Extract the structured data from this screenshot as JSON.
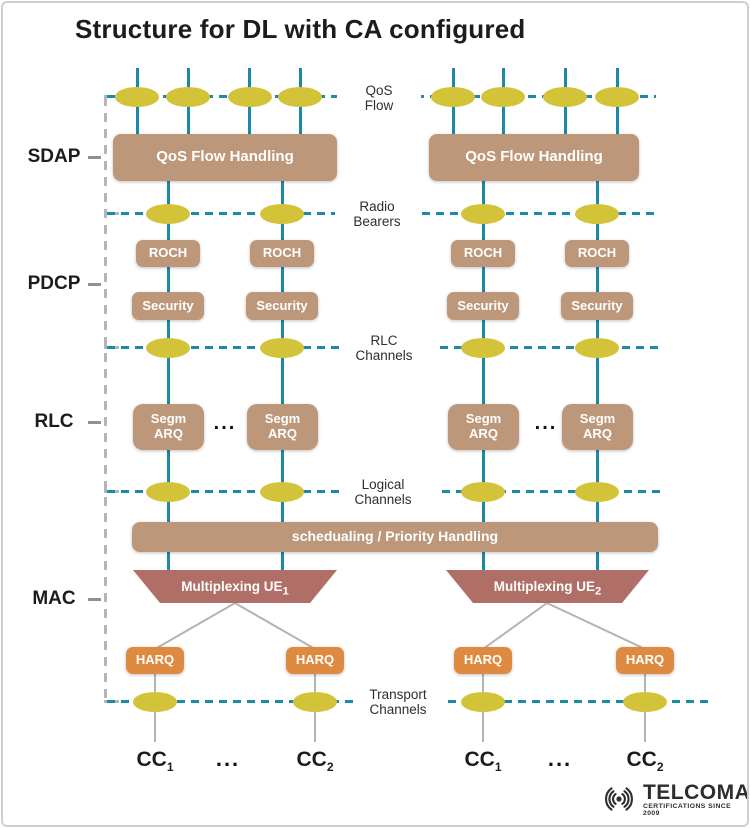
{
  "title": "Structure for DL with CA configured",
  "layers": {
    "sdap": "SDAP",
    "pdcp": "PDCP",
    "rlc": "RLC",
    "mac": "MAC"
  },
  "channels": {
    "qos": {
      "line1": "QoS",
      "line2": "Flow"
    },
    "radio": {
      "line1": "Radio",
      "line2": "Bearers"
    },
    "rlc": {
      "line1": "RLC",
      "line2": "Channels"
    },
    "logical": {
      "line1": "Logical",
      "line2": "Channels"
    },
    "transport": {
      "line1": "Transport",
      "line2": "Channels"
    }
  },
  "blocks": {
    "qos_flow_handling": "QoS Flow Handling",
    "roch": "ROCH",
    "security": "Security",
    "segm": "Segm",
    "arq": "ARQ",
    "scheduling": "schedualing / Priority Handling",
    "multiplexing": "Multiplexing UE",
    "ue1_sub": "1",
    "ue2_sub": "2",
    "harq": "HARQ"
  },
  "carriers": {
    "cc": "CC",
    "cc1_sub": "1",
    "cc2_sub": "2",
    "dots": "..."
  },
  "logo": {
    "brand": "TELCOMA",
    "tagline": "CERTIFICATIONS SINCE 2009"
  },
  "colors": {
    "teal_line": "#1b89a7",
    "yellow_ellipse": "#d2c339",
    "tan_box": "#bd9779",
    "maroon_trapezoid": "#b06f66",
    "orange_harq": "#de8a40",
    "gray_line": "#b3b3b3",
    "text_dark": "#1c1c1e"
  }
}
